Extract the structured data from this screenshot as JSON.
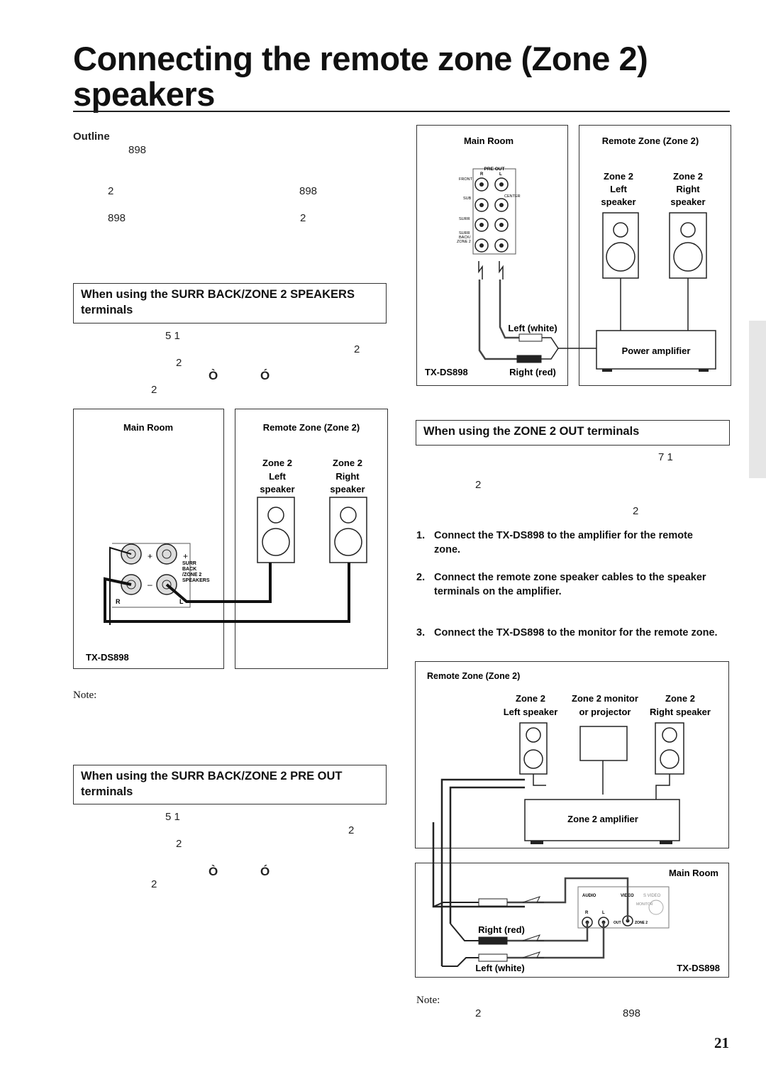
{
  "page": {
    "title": "Connecting the remote zone (Zone 2) speakers",
    "page_number": "21"
  },
  "outline": {
    "heading": "Outline",
    "fragments": [
      "898",
      "2",
      "898",
      "898",
      "2"
    ]
  },
  "sections": {
    "speakers": {
      "heading": "When using the SURR BACK/ZONE 2 SPEAKERS terminals",
      "fragments": [
        "5 1",
        "2",
        "2",
        "Ò",
        "Ó",
        "2"
      ]
    },
    "preout": {
      "heading": "When using the SURR BACK/ZONE 2 PRE OUT terminals",
      "fragments": [
        "5 1",
        "2",
        "2",
        "Ò",
        "Ó",
        "2"
      ]
    },
    "zone2out": {
      "heading": "When using the ZONE 2 OUT terminals",
      "fragments": [
        "7 1",
        "2",
        "2"
      ],
      "steps": [
        {
          "num": "1.",
          "text": "Connect the TX-DS898 to the amplifier for the remote zone."
        },
        {
          "num": "2.",
          "text": "Connect the remote zone speaker cables to the speaker terminals on the amplifier."
        },
        {
          "num": "3.",
          "text": "Connect the TX-DS898 to the monitor for the remote zone."
        }
      ]
    }
  },
  "notes": {
    "left": "Note:",
    "right": "Note:",
    "right_fragments": [
      "2",
      "898"
    ]
  },
  "diagram_preout": {
    "main_room": "Main Room",
    "remote_zone": "Remote Zone (Zone 2)",
    "left_speaker": [
      "Zone 2",
      "Left",
      "speaker"
    ],
    "right_speaker": [
      "Zone 2",
      "Right",
      "speaker"
    ],
    "jack_labels": {
      "pre_out": "PRE OUT",
      "r": "R",
      "l": "L",
      "front": "FRONT",
      "sub": "SUB",
      "center": "CENTER",
      "surr": "SURR",
      "surr_back": "SURR",
      "back": "BACK/",
      "zone2": "ZONE 2"
    },
    "left_white": "Left (white)",
    "right_red": "Right (red)",
    "model": "TX-DS898",
    "power_amp": "Power amplifier"
  },
  "diagram_speakers": {
    "main_room": "Main Room",
    "remote_zone": "Remote Zone (Zone 2)",
    "left_speaker": [
      "Zone 2",
      "Left",
      "speaker"
    ],
    "right_speaker": [
      "Zone 2",
      "Right",
      "speaker"
    ],
    "terminal_labels": {
      "plus": "+",
      "minus": "–",
      "surr": "SURR",
      "back": "BACK",
      "zone2": "/ZONE 2",
      "speakers": "SPEAKERS",
      "r": "R",
      "l": "L"
    },
    "model": "TX-DS898"
  },
  "diagram_zone2out": {
    "remote_zone": "Remote Zone (Zone 2)",
    "left_speaker": [
      "Zone 2",
      "Left speaker"
    ],
    "monitor": [
      "Zone 2 monitor",
      "or projector"
    ],
    "right_speaker": [
      "Zone 2",
      "Right speaker"
    ],
    "amp": "Zone 2 amplifier",
    "main_room": "Main Room",
    "right_red": "Right (red)",
    "left_white": "Left (white)",
    "model": "TX-DS898",
    "panel_labels": {
      "audio": "AUDIO",
      "video": "VIDEO",
      "svideo": "S VIDEO",
      "monitor": "MONITOR",
      "out": "OUT",
      "r": "R",
      "l": "L",
      "zone2": "ZONE 2"
    }
  }
}
